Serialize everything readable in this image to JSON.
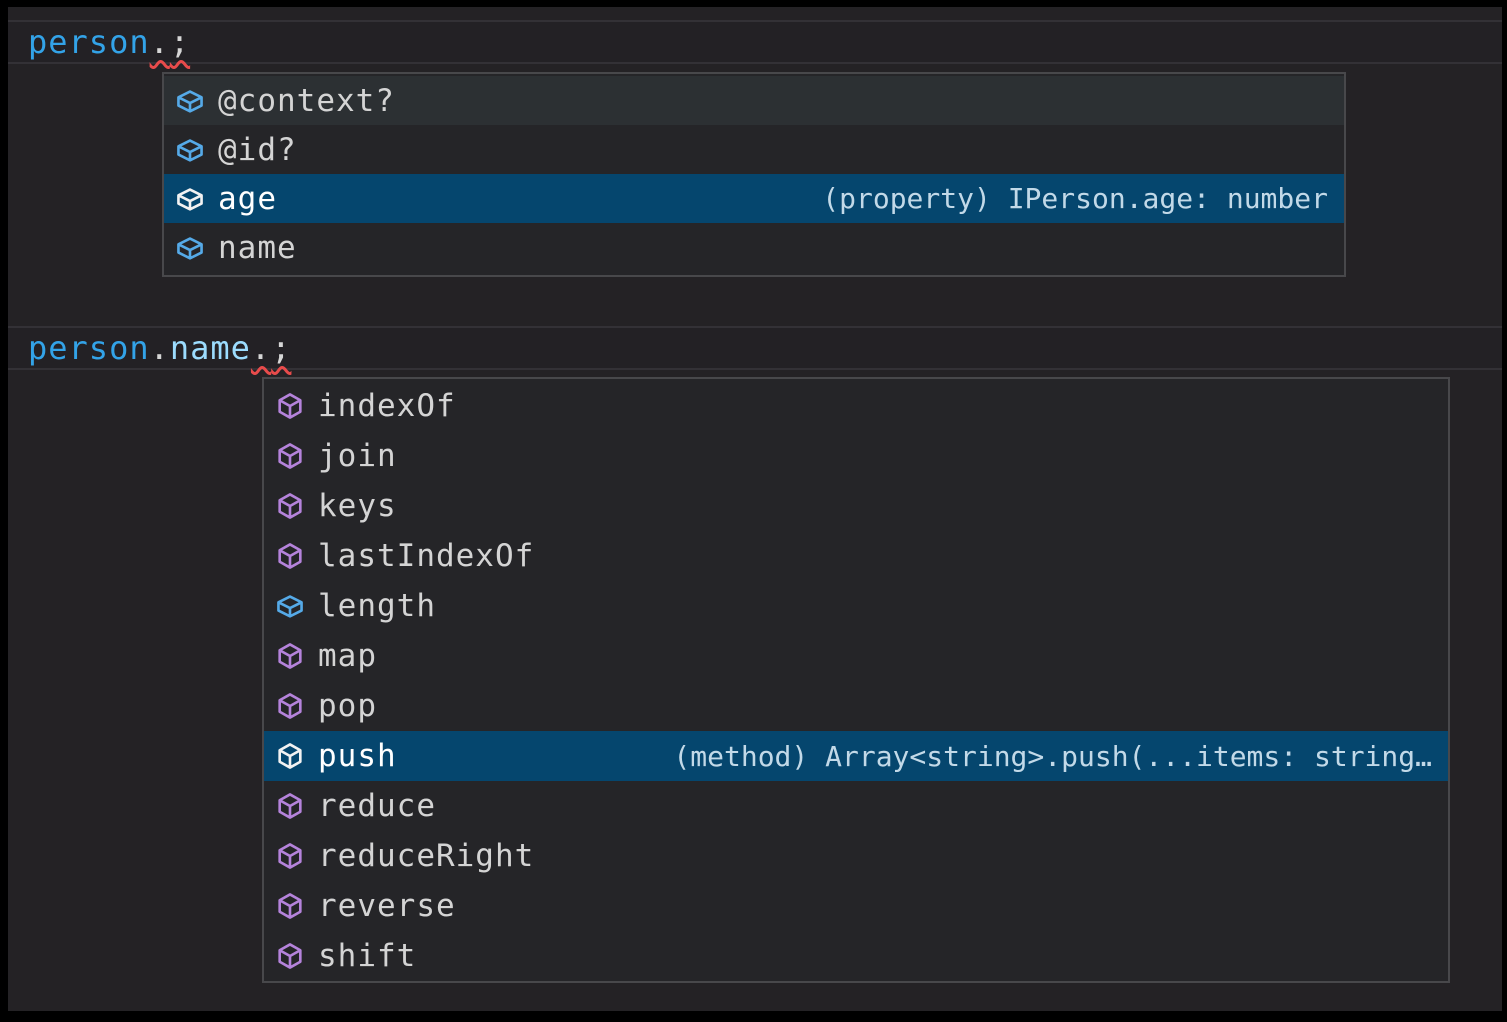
{
  "app": {
    "description": "dark-theme code editor with IntelliSense suggestion popups"
  },
  "colors": {
    "selection_bg": "#05466E",
    "hover_bg": "#2C3033",
    "widget_bg": "#252528",
    "widget_border": "#48484B",
    "editor_bg": "#242225",
    "method_icon_purple": "#B583DB",
    "field_icon_blue": "#55AAE8",
    "variable_blue": "#33A3E8",
    "property_blue": "#9CDCFE",
    "punctuation_gray": "#D6D6D6",
    "error_squiggle_red": "#E84B4B"
  },
  "editor": {
    "line1": {
      "text": "person.;",
      "tokens": [
        {
          "text": "person",
          "type": "variable"
        },
        {
          "text": ".",
          "type": "punctuation-error"
        },
        {
          "text": ";",
          "type": "punctuation-error"
        }
      ]
    },
    "line2": {
      "text": "person.name.;",
      "tokens": [
        {
          "text": "person",
          "type": "variable"
        },
        {
          "text": ".",
          "type": "punctuation"
        },
        {
          "text": "name",
          "type": "property"
        },
        {
          "text": ".",
          "type": "punctuation-error"
        },
        {
          "text": ";",
          "type": "punctuation-error"
        }
      ]
    }
  },
  "suggest_person": {
    "items": [
      {
        "label": "@context?",
        "kind": "field",
        "state": "hover"
      },
      {
        "label": "@id?",
        "kind": "field"
      },
      {
        "label": "age",
        "kind": "field",
        "state": "selected",
        "detail": "(property) IPerson.age: number"
      },
      {
        "label": "name",
        "kind": "field"
      }
    ]
  },
  "suggest_name": {
    "items": [
      {
        "label": "indexOf",
        "kind": "method"
      },
      {
        "label": "join",
        "kind": "method"
      },
      {
        "label": "keys",
        "kind": "method"
      },
      {
        "label": "lastIndexOf",
        "kind": "method"
      },
      {
        "label": "length",
        "kind": "field"
      },
      {
        "label": "map",
        "kind": "method"
      },
      {
        "label": "pop",
        "kind": "method"
      },
      {
        "label": "push",
        "kind": "method",
        "state": "selected",
        "detail": "(method) Array<string>.push(...items: string…"
      },
      {
        "label": "reduce",
        "kind": "method"
      },
      {
        "label": "reduceRight",
        "kind": "method"
      },
      {
        "label": "reverse",
        "kind": "method"
      },
      {
        "label": "shift",
        "kind": "method"
      }
    ]
  }
}
